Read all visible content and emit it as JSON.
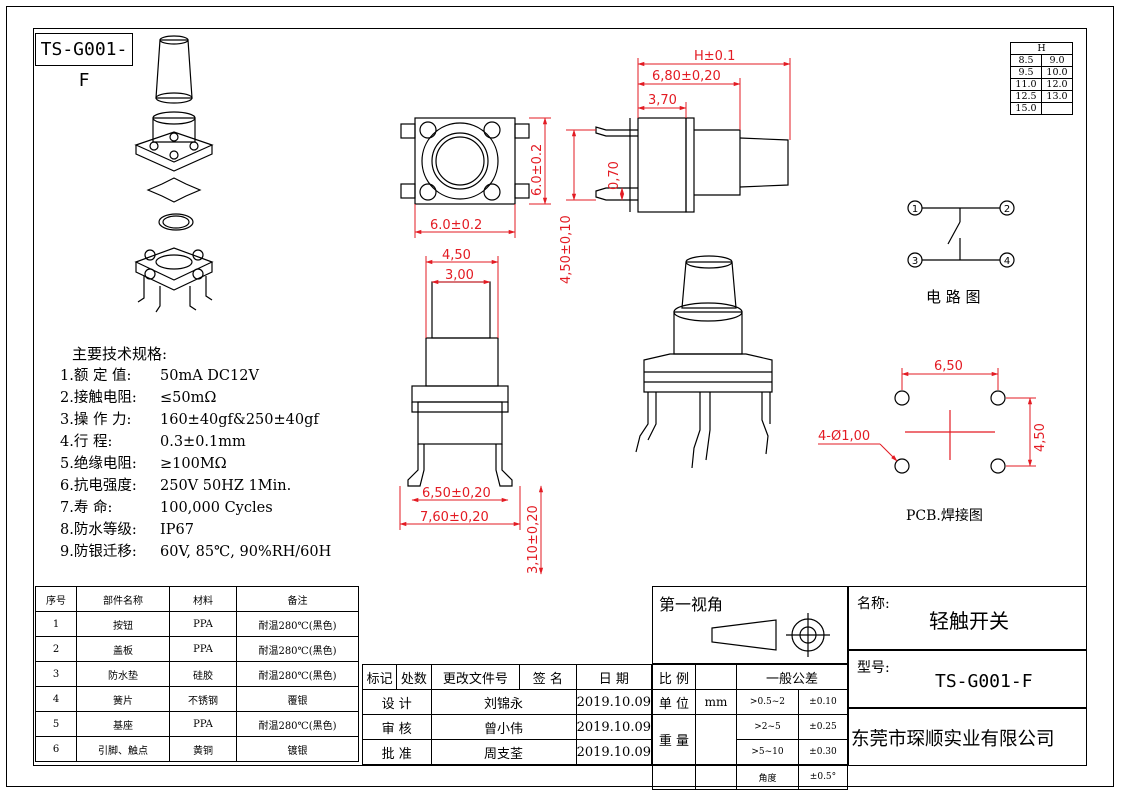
{
  "model_code": "TS-G001-F",
  "height_table": {
    "header": "H",
    "rows": [
      [
        "8.5",
        "9.0"
      ],
      [
        "9.5",
        "10.0"
      ],
      [
        "11.0",
        "12.0"
      ],
      [
        "12.5",
        "13.0"
      ],
      [
        "15.0",
        ""
      ]
    ]
  },
  "dimensions": {
    "top_h": "H±0.1",
    "top_680": "6,80±0,20",
    "top_370": "3,70",
    "side_070": "0,70",
    "side_450": "4,50±0,10",
    "front_6w": "6.0±0.2",
    "front_6h": "6.0±0.2",
    "front_450": "4,50",
    "front_300": "3,00",
    "front_650": "6,50±0,20",
    "front_760": "7,60±0,20",
    "front_310": "3,10±0,20",
    "pcb_650": "6,50",
    "pcb_450": "4,50",
    "pcb_hole": "4-Ø1,00"
  },
  "circuit": {
    "pins": [
      "1",
      "2",
      "3",
      "4"
    ],
    "label": "电 路 图"
  },
  "pcb_label": "PCB.焊接图",
  "specs": {
    "title": "主要技术规格:",
    "items": [
      {
        "k": "1.额 定 值:",
        "v": "50mA DC12V"
      },
      {
        "k": "2.接触电阻:",
        "v": "≤50mΩ"
      },
      {
        "k": "3.操 作 力:",
        "v": "160±40gf&250±40gf"
      },
      {
        "k": "4.行    程:",
        "v": "0.3±0.1mm"
      },
      {
        "k": "5.绝缘电阻:",
        "v": "≥100MΩ"
      },
      {
        "k": "6.抗电强度:",
        "v": "250V 50HZ 1Min."
      },
      {
        "k": "7.寿    命:",
        "v": "100,000 Cycles"
      },
      {
        "k": "8.防水等级:",
        "v": "IP67"
      },
      {
        "k": "9.防银迁移:",
        "v": "60V, 85℃, 90%RH/60H"
      }
    ]
  },
  "parts_table": {
    "headers": [
      "序号",
      "部件名称",
      "材料",
      "备注"
    ],
    "rows": [
      [
        "1",
        "按钮",
        "PPA",
        "耐温280℃(黑色)"
      ],
      [
        "2",
        "盖板",
        "PPA",
        "耐温280℃(黑色)"
      ],
      [
        "3",
        "防水垫",
        "硅胶",
        "耐温280℃(黑色)"
      ],
      [
        "4",
        "簧片",
        "不锈钢",
        "覆银"
      ],
      [
        "5",
        "基座",
        "PPA",
        "耐温280℃(黑色)"
      ],
      [
        "6",
        "引脚、触点",
        "黄铜",
        "镀银"
      ]
    ]
  },
  "revision_table": {
    "headers": [
      "标记",
      "处数",
      "更改文件号",
      "签 名",
      "日 期"
    ],
    "rows": [
      [
        "设 计",
        "刘锦永",
        "2019.10.09"
      ],
      [
        "审 核",
        "曾小伟",
        "2019.10.09"
      ],
      [
        "批 准",
        "周支荃",
        "2019.10.09"
      ]
    ]
  },
  "title_block": {
    "view": "第一视角",
    "scale_label": "比 例",
    "unit_label": "单 位",
    "unit_value": "mm",
    "weight_label": "重 量",
    "tolerance_title": "一般公差",
    "tolerances": [
      [
        ">0.5~2",
        "±0.10"
      ],
      [
        ">2~5",
        "±0.25"
      ],
      [
        ">5~10",
        "±0.30"
      ],
      [
        "角度",
        "±0.5°"
      ]
    ],
    "name_label": "名称:",
    "name_value": "轻触开关",
    "model_label": "型号:",
    "model_value": "TS-G001-F",
    "company": "东莞市琛顺实业有限公司"
  }
}
